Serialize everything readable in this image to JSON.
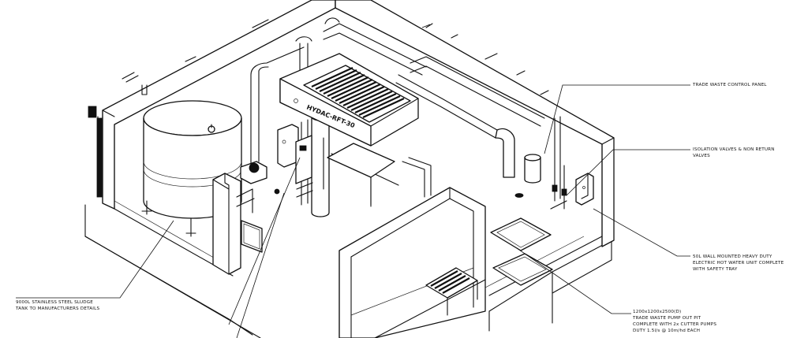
{
  "callouts": {
    "control_panel": {
      "lines": [
        "TRADE WASTE CONTROL PANEL"
      ]
    },
    "valves": {
      "lines": [
        "ISOLATION VALVES & NON RETURN",
        "VALVES"
      ]
    },
    "hot_water": {
      "lines": [
        "50L WALL MOUNTED HEAVY DUTY",
        "ELECTRIC HOT WATER UNIT COMPLETE",
        "WITH SAFETY TRAY"
      ]
    },
    "pump_pit": {
      "lines": [
        "1200x1200x2500(D)",
        "TRADE WASTE PUMP OUT PIT",
        "COMPLETE WITH 2x CUTTER PUMPS",
        "DUTY 1.5l/s @ 10m/hd EACH"
      ]
    },
    "sludge_tank": {
      "lines": [
        "9000L STAINLESS STEEL SLUDGE",
        "TANK TO MANUFACTURERS DETAILS"
      ]
    }
  },
  "equipment": {
    "unit_label": "HYDAC-RFT-30"
  }
}
